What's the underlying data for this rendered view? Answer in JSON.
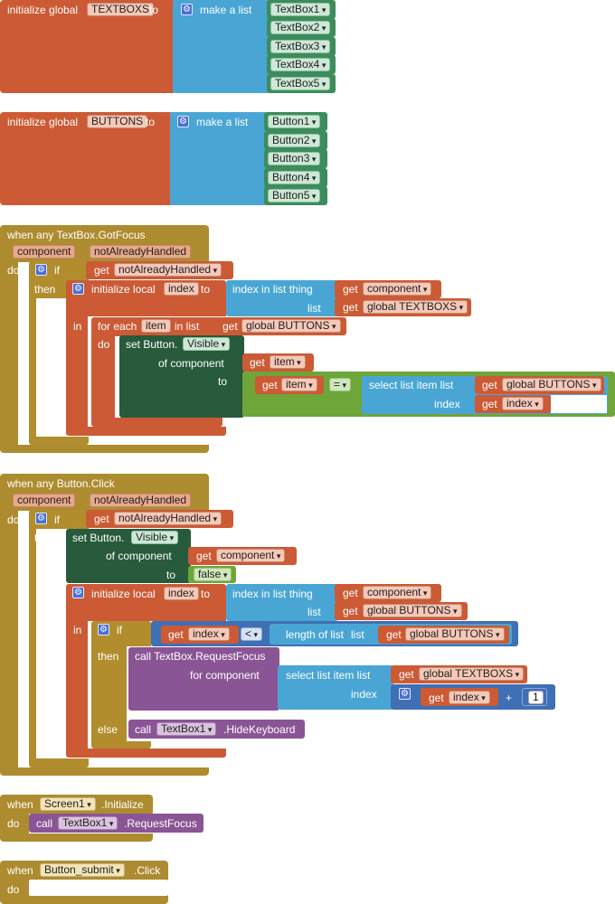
{
  "g1": {
    "init": "initialize global",
    "name": "TEXTBOXS",
    "to": "to",
    "make": "make a list",
    "items": [
      "TextBox1",
      "TextBox2",
      "TextBox3",
      "TextBox4",
      "TextBox5"
    ]
  },
  "g2": {
    "init": "initialize global",
    "name": "BUTTONS",
    "to": "to",
    "make": "make a list",
    "items": [
      "Button1",
      "Button2",
      "Button3",
      "Button4",
      "Button5"
    ]
  },
  "e1": {
    "when": "when any TextBox.GotFocus",
    "p1": "component",
    "p2": "notAlreadyHandled",
    "do": "do",
    "if": "if",
    "get": "get",
    "cond": "notAlreadyHandled",
    "then": "then",
    "initlocal": "initialize local",
    "lname": "index",
    "to": "to",
    "indexin": "index in list  thing",
    "comp": "component",
    "list": "list",
    "textboxs": "global TEXTBOXS",
    "in": "in",
    "foreach": "for each",
    "item": "item",
    "inlist": "in list",
    "buttons": "global BUTTONS",
    "do2": "do",
    "setbtn": "set Button.",
    "visible": "Visible",
    "ofcomp": "of component",
    "to2": "to",
    "eq": "=",
    "select": "select list item  list",
    "index": "index"
  },
  "e2": {
    "when": "when any Button.Click",
    "p1": "component",
    "p2": "notAlreadyHandled",
    "do": "do",
    "if": "if",
    "get": "get",
    "cond": "notAlreadyHandled",
    "then": "then",
    "setbtn": "set Button.",
    "visible": "Visible",
    "ofcomp": "of component",
    "comp": "component",
    "to": "to",
    "false": "false",
    "initlocal": "initialize local",
    "lname": "index",
    "indexin": "index in list  thing",
    "list": "list",
    "buttons": "global BUTTONS",
    "in": "in",
    "if2": "if",
    "lt": "<",
    "len": "length of list",
    "list2": "list",
    "then2": "then",
    "call": "call TextBox.RequestFocus",
    "forcomp": "for component",
    "select": "select list item  list",
    "textboxs": "global TEXTBOXS",
    "index": "index",
    "plus": "+",
    "one": "1",
    "else": "else",
    "callword": "call",
    "tb1": "TextBox1",
    "hide": ".HideKeyboard"
  },
  "e3": {
    "when": "when",
    "screen": "Screen1",
    "init": ".Initialize",
    "do": "do",
    "call": "call",
    "tb1": "TextBox1",
    "req": ".RequestFocus"
  },
  "e4": {
    "when": "when",
    "btn": "Button_submit",
    "click": ".Click",
    "do": "do"
  }
}
